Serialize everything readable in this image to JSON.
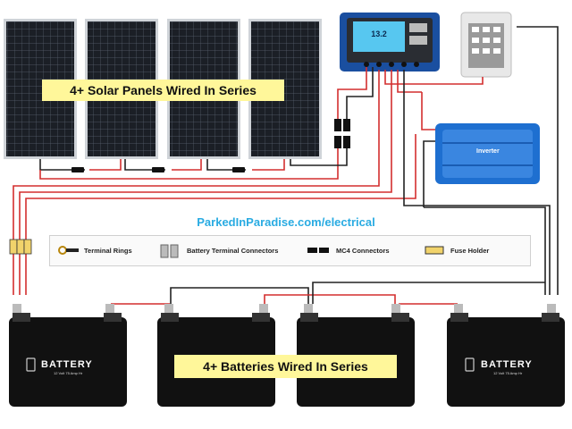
{
  "diagram": {
    "solar_title": "4+ Solar Panels Wired In Series",
    "battery_title": "4+ Batteries Wired In Series",
    "url": "ParkedInParadise.com/electrical",
    "inverter_label": "Inverter",
    "controller_display": "13.2",
    "battery_brand": "BATTERY",
    "battery_spec": "12 Volt 75 Amp Hr",
    "legend": [
      {
        "label": "Terminal Rings",
        "icon": "terminal-ring-icon"
      },
      {
        "label": "Battery Terminal Connectors",
        "icon": "battery-terminal-connector-icon"
      },
      {
        "label": "MC4 Connectors",
        "icon": "mc4-connector-icon"
      },
      {
        "label": "Fuse Holder",
        "icon": "fuse-holder-icon"
      }
    ],
    "colors": {
      "positive_wire": "#d32f2f",
      "negative_wire": "#222222",
      "title_highlight": "#fff79a",
      "url": "#29abe2",
      "inverter": "#1e6fd0",
      "controller": "#1a4fa0"
    }
  }
}
